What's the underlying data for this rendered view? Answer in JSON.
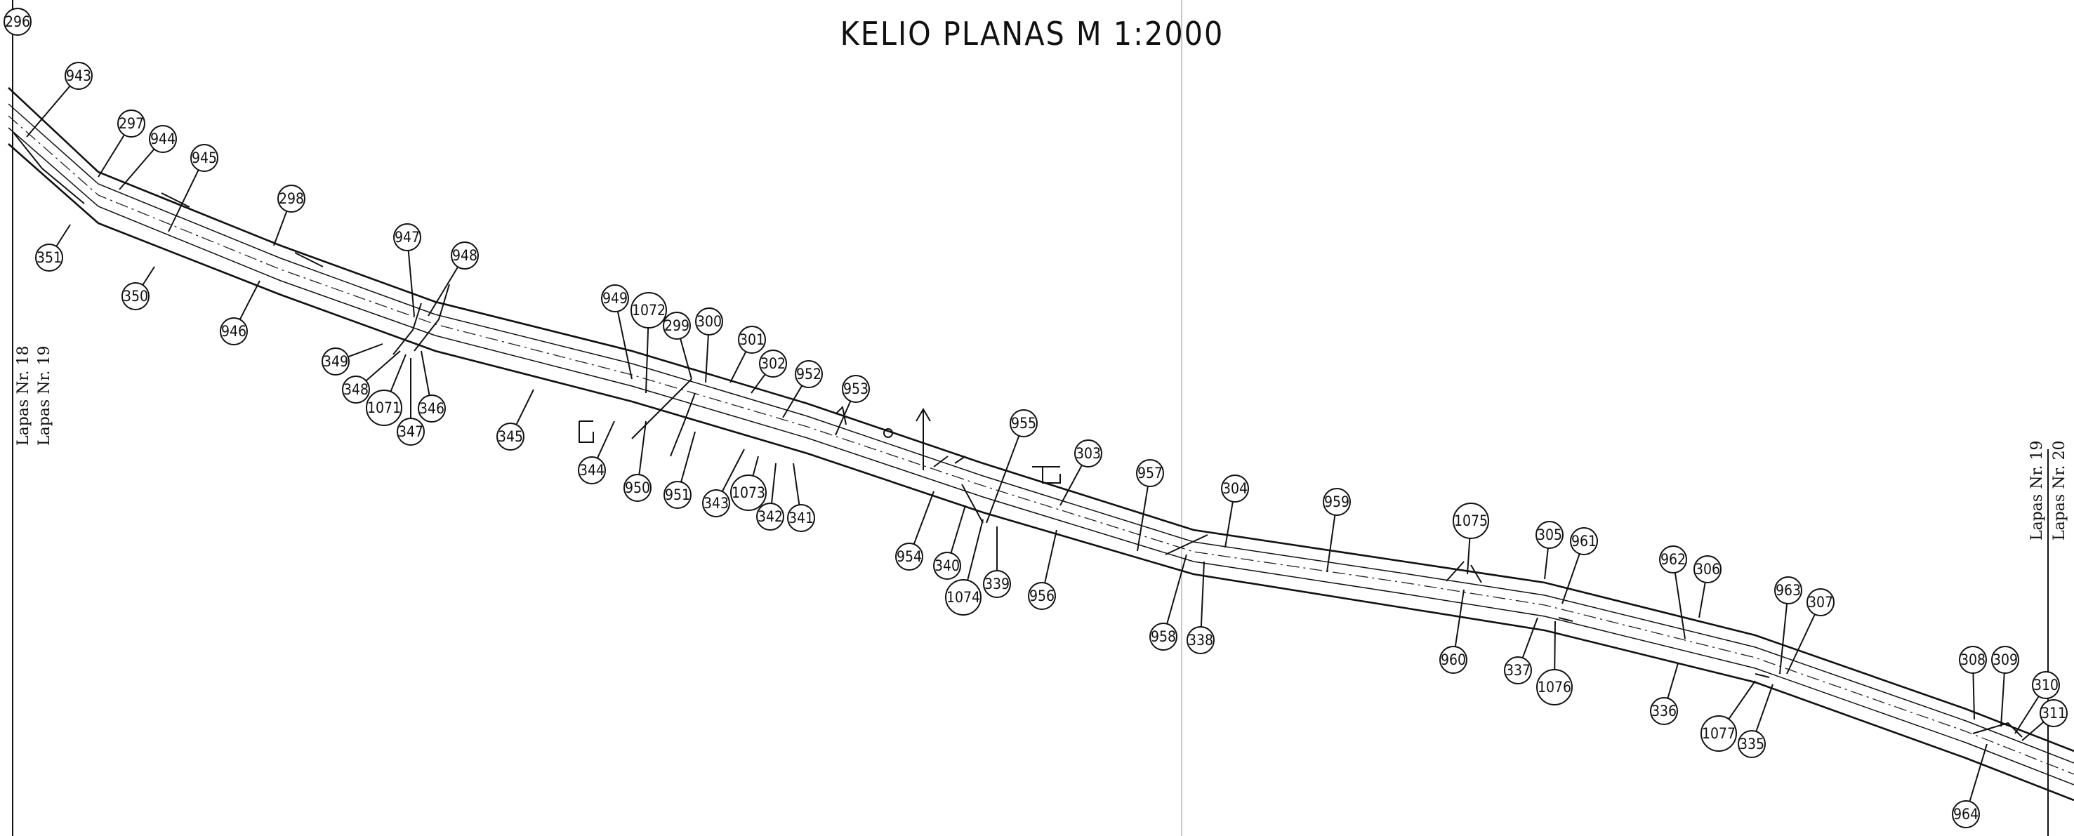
{
  "title": "KELIO PLANAS M 1:2000",
  "sheet_refs": {
    "left_prev": "Lapas Nr. 18",
    "left_curr": "Lapas Nr. 19",
    "right_curr": "Lapas Nr. 19",
    "right_next": "Lapas Nr. 20"
  },
  "callouts": [
    {
      "id": "296"
    },
    {
      "id": "943"
    },
    {
      "id": "297"
    },
    {
      "id": "944"
    },
    {
      "id": "945"
    },
    {
      "id": "351"
    },
    {
      "id": "350"
    },
    {
      "id": "298"
    },
    {
      "id": "946"
    },
    {
      "id": "947"
    },
    {
      "id": "948"
    },
    {
      "id": "349"
    },
    {
      "id": "348"
    },
    {
      "id": "1071"
    },
    {
      "id": "347"
    },
    {
      "id": "346"
    },
    {
      "id": "345"
    },
    {
      "id": "949"
    },
    {
      "id": "1072"
    },
    {
      "id": "299"
    },
    {
      "id": "300"
    },
    {
      "id": "301"
    },
    {
      "id": "302"
    },
    {
      "id": "952"
    },
    {
      "id": "953"
    },
    {
      "id": "344"
    },
    {
      "id": "950"
    },
    {
      "id": "951"
    },
    {
      "id": "343"
    },
    {
      "id": "1073"
    },
    {
      "id": "342"
    },
    {
      "id": "341"
    },
    {
      "id": "955"
    },
    {
      "id": "303"
    },
    {
      "id": "954"
    },
    {
      "id": "340"
    },
    {
      "id": "1074"
    },
    {
      "id": "339"
    },
    {
      "id": "956"
    },
    {
      "id": "957"
    },
    {
      "id": "304"
    },
    {
      "id": "958"
    },
    {
      "id": "338"
    },
    {
      "id": "959"
    },
    {
      "id": "1075"
    },
    {
      "id": "960"
    },
    {
      "id": "305"
    },
    {
      "id": "961"
    },
    {
      "id": "337"
    },
    {
      "id": "1076"
    },
    {
      "id": "962"
    },
    {
      "id": "306"
    },
    {
      "id": "336"
    },
    {
      "id": "963"
    },
    {
      "id": "307"
    },
    {
      "id": "1077"
    },
    {
      "id": "335"
    },
    {
      "id": "308"
    },
    {
      "id": "309"
    },
    {
      "id": "310"
    },
    {
      "id": "311"
    },
    {
      "id": "964"
    }
  ]
}
